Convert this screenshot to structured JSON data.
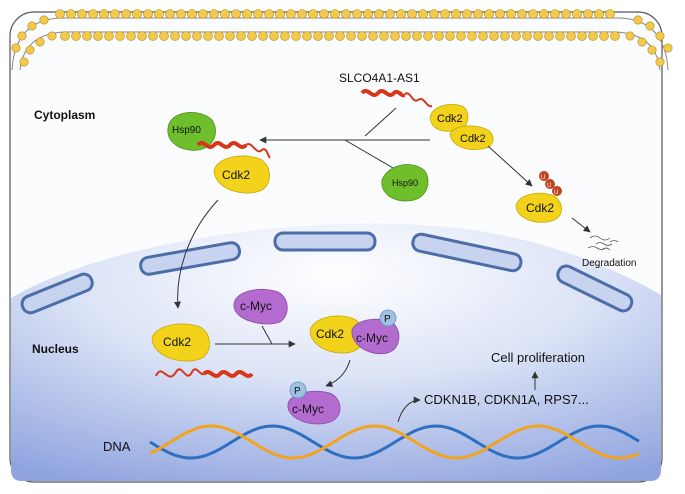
{
  "compartments": {
    "cytoplasm": "Cytoplasm",
    "nucleus": "Nucleus"
  },
  "molecules": {
    "lncrna": "SLCO4A1-AS1",
    "hsp90": "Hsp90",
    "cdk2": "Cdk2",
    "cmyc": "c-Myc",
    "phospho": "P",
    "ub": "U"
  },
  "labels": {
    "degradation": "Degradation",
    "cell_proliferation": "Cell proliferation",
    "target_genes": "CDKN1B, CDKN1A, RPS7...",
    "dna": "DNA"
  },
  "colors": {
    "cdk2": "#f2d21b",
    "hsp90": "#6fbf2c",
    "cmyc": "#b36bd0",
    "phospho": "#9fc2e3",
    "rna": "#d8361b",
    "nucleus_gradient": "#9fb2e6",
    "envelope": "#4b6ea8",
    "dna_blue": "#2f6fc0",
    "dna_orange": "#f2a320",
    "lipid_head": "#f2c94c"
  }
}
